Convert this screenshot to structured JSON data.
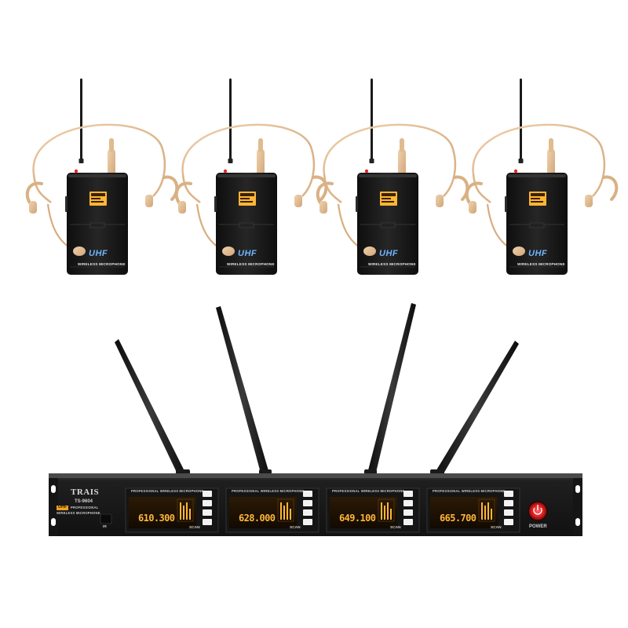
{
  "receiver": {
    "brand": "TRAIS",
    "model": "TS-9604",
    "band_badge": "UHF",
    "band_caption": "PROFESSIONAL",
    "subtitle": "WIRELESS MICROPHONE",
    "ir_label": "IR",
    "power_label": "POWER",
    "channels": [
      {
        "header": "PROFESSIONAL WIRELESS MICROPHONE",
        "frequency": "610.300",
        "scan_label": "SCAN"
      },
      {
        "header": "PROFESSIONAL WIRELESS MICROPHONE",
        "frequency": "628.000",
        "scan_label": "SCAN"
      },
      {
        "header": "PROFESSIONAL WIRELESS MICROPHONE",
        "frequency": "649.100",
        "scan_label": "SCAN"
      },
      {
        "header": "PROFESSIONAL WIRELESS MICROPHONE",
        "frequency": "665.700",
        "scan_label": "SCAN"
      }
    ]
  },
  "transmitters": [
    {
      "band": "UHF",
      "label": "WIRELESS MICROPHONE"
    },
    {
      "band": "UHF",
      "label": "WIRELESS MICROPHONE"
    },
    {
      "band": "UHF",
      "label": "WIRELESS MICROPHONE"
    },
    {
      "band": "UHF",
      "label": "WIRELESS MICROPHONE"
    }
  ],
  "colors": {
    "display_amber": "#ffb638",
    "headset_beige": "#e6bf95",
    "body_black": "#1b1b1b",
    "power_red": "#e02020",
    "uhf_blue": "#6fb6ff"
  }
}
